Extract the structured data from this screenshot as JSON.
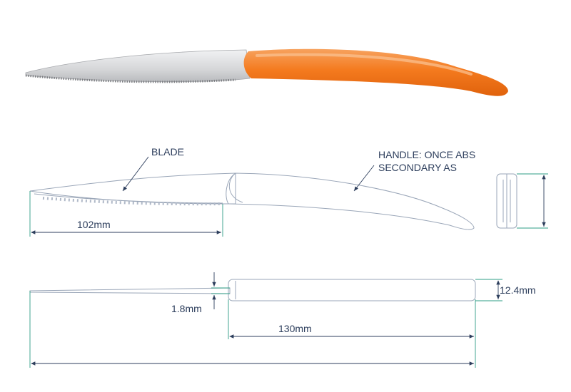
{
  "labels": {
    "blade": "BLADE",
    "handle_line1": "HANDLE: ONCE ABS",
    "handle_line2": "SECONDARY AS"
  },
  "dimensions": {
    "blade_length": "102mm",
    "handle_length": "130mm",
    "blade_thickness": "1.8mm",
    "handle_thickness": "12.4mm"
  },
  "colors": {
    "outline": "#9aa6b8",
    "dimension": "#2e9c84",
    "text": "#2d3e5c",
    "handle": "#f47a1e",
    "handle_highlight": "#f9a15c",
    "blade": "#d7d8da",
    "blade_edge": "#8a8c90"
  }
}
